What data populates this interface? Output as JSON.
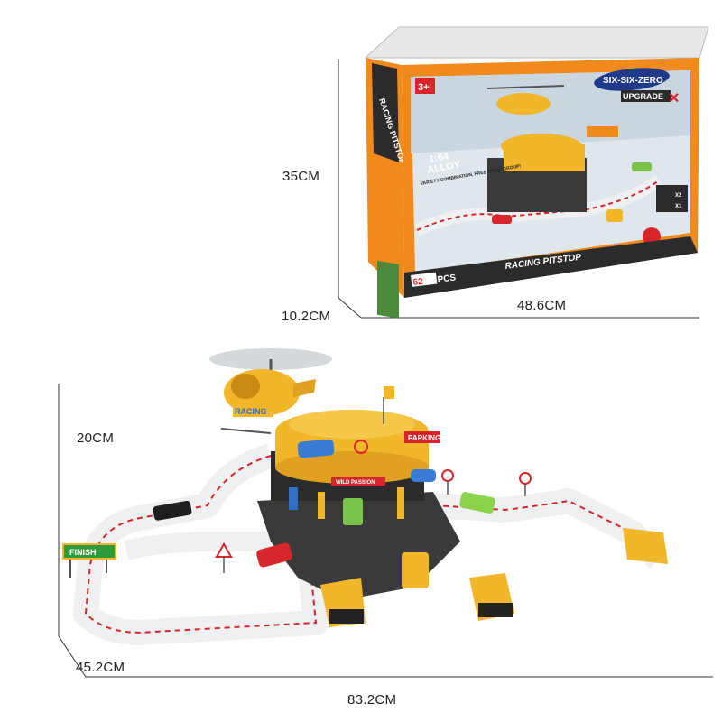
{
  "dimensions": {
    "box_height": "35CM",
    "box_depth": "10.2CM",
    "box_width": "48.6CM",
    "set_height": "20CM",
    "set_depth": "45.2CM",
    "set_width": "83.2CM"
  },
  "box_print": {
    "brand": "SIX-SIX-ZERO",
    "brand_sub": "UPGRADE",
    "age": "3+",
    "scale": "1:64",
    "material": "ALLOY",
    "features": "VARIETY COMBINATION, FREE SPELL GROUP!",
    "side_title": "RACING PITSTOP",
    "front_title": "RACING PITSTOP",
    "pieces_count": "62",
    "pieces_unit": "PCS",
    "car_count": "X2",
    "heli_count": "X1"
  },
  "playset_labels": {
    "finish_sign": "FINISH",
    "parking_sign": "PARKING",
    "heli_text": "RACING",
    "banner": "WILD PASSION"
  },
  "colors": {
    "box_orange": "#f08a1c",
    "box_dark": "#2b2b2b",
    "garage_yellow": "#f2b62a",
    "track_white": "#eef0f2",
    "tarmac": "#3a3a3a",
    "kerb_red": "#d7262b"
  }
}
